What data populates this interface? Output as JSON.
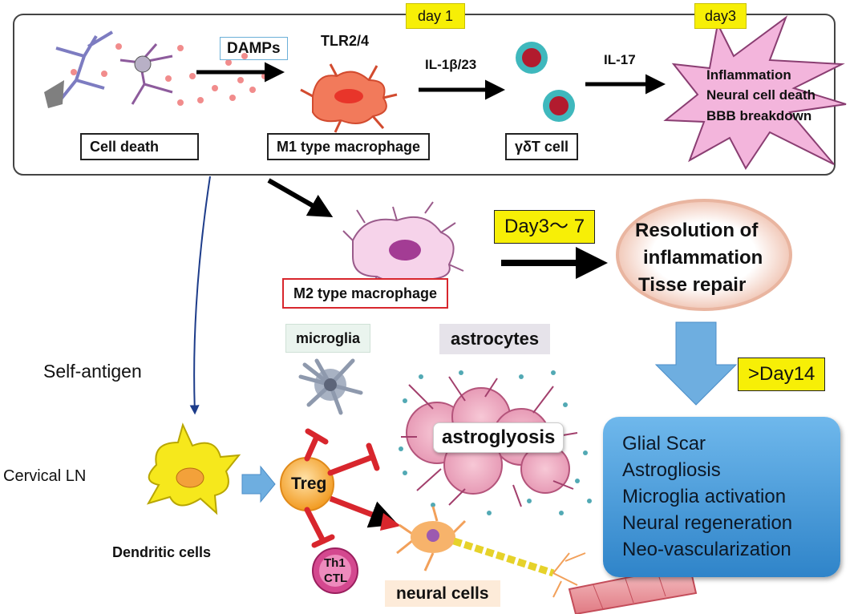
{
  "top_panel": {
    "day1": "day 1",
    "day3": "day3",
    "damps": "DAMPs",
    "tlr": "TLR2/4",
    "il1": "IL-1β/23",
    "il17": "IL-17",
    "cell_death": "Cell death",
    "m1": "M1 type macrophage",
    "gdt": "γδT cell",
    "inflammation": [
      "Inflammation",
      "Neural cell death",
      "BBB breakdown"
    ]
  },
  "middle": {
    "m2": "M2 type macrophage",
    "day3_7": "Day3～ 7",
    "resolution": [
      "Resolution of",
      "inflammation",
      "Tisse repair"
    ],
    "day14": ">Day14"
  },
  "lower": {
    "self_antigen": "Self-antigen",
    "cervical_ln": "Cervical LN",
    "dendritic": "Dendritic cells",
    "microglia": "microglia",
    "astrocytes": "astrocytes",
    "astrogliosis": "astroglyosis",
    "treg": "Treg",
    "th1": [
      "Th1",
      "CTL"
    ],
    "neural_cells": "neural cells"
  },
  "scar_box": {
    "items": [
      "Glial Scar",
      "Astrogliosis",
      "Microglia activation",
      "Neural regeneration",
      "Neo-vascularization"
    ]
  },
  "colors": {
    "yellow_label": "#f7ef06",
    "star_fill": "#f3b5dc",
    "scar_blue": "#3b8fd3",
    "treg_orange": "#f5a93a",
    "m2_red_border": "#d8262d"
  }
}
